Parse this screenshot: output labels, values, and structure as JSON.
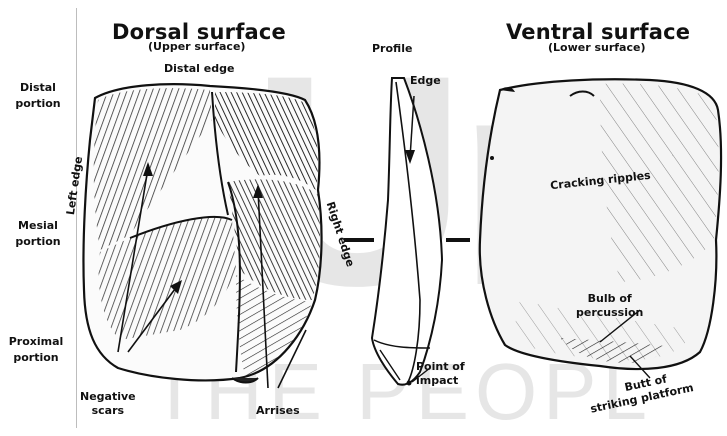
{
  "titles": {
    "dorsal": "Dorsal surface",
    "dorsal_sub": "(Upper surface)",
    "profile": "Profile",
    "ventral": "Ventral surface",
    "ventral_sub": "(Lower surface)"
  },
  "portions": {
    "distal": [
      "Distal",
      "portion"
    ],
    "mesial": [
      "Mesial",
      "portion"
    ],
    "proximal": [
      "Proximal",
      "portion"
    ]
  },
  "edges": {
    "distal": "Distal edge",
    "left": "Left edge",
    "right": "Right edge",
    "profile_edge": "Edge"
  },
  "labels": {
    "negative_scars": [
      "Negative",
      "scars"
    ],
    "arrises": "Arrises",
    "point_of_impact": [
      "Point of",
      "impact"
    ],
    "cracking_ripples": "Cracking ripples",
    "bulb_of_percussion": [
      "Bulb of",
      "percussion"
    ],
    "butt_of_platform": [
      "Butt of",
      "striking platform"
    ]
  },
  "watermark": {
    "large": "Un",
    "small": "THE PEOPL"
  }
}
